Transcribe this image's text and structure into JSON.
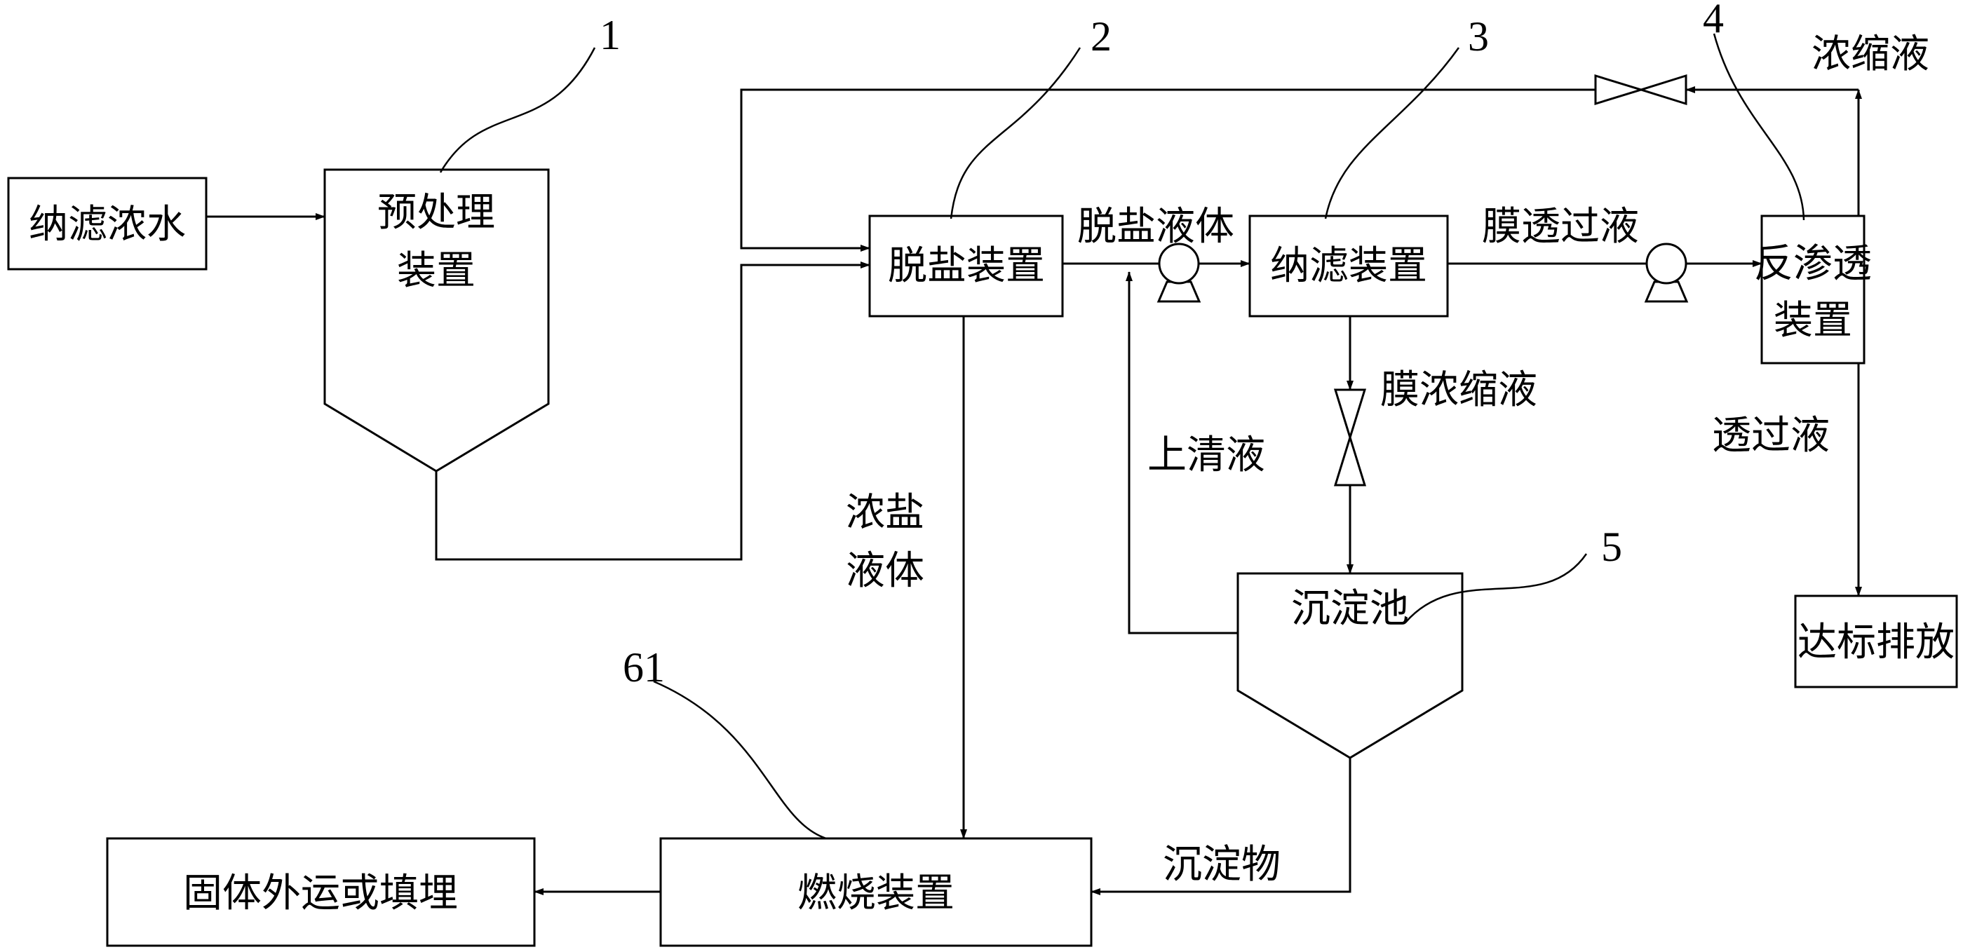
{
  "nodes": {
    "nf_concentrate": "纳滤浓水",
    "pretreatment_line1": "预处理",
    "pretreatment_line2": "装置",
    "desalination": "脱盐装置",
    "nanofiltration": "纳滤装置",
    "ro_line1": "反渗透",
    "ro_line2": "装置",
    "discharge": "达标排放",
    "sedimentation": "沉淀池",
    "combustion": "燃烧装置",
    "solid_disposal": "固体外运或填埋"
  },
  "flows": {
    "desalted_liquid": "脱盐液体",
    "membrane_permeate": "膜透过液",
    "ro_concentrate": "浓缩液",
    "membrane_concentrate": "膜浓缩液",
    "supernatant": "上清液",
    "brine_line1": "浓盐",
    "brine_line2": "液体",
    "ro_permeate": "透过液",
    "sediment": "沉淀物"
  },
  "callouts": {
    "c1": "1",
    "c2": "2",
    "c3": "3",
    "c4": "4",
    "c5": "5",
    "c61": "61"
  }
}
